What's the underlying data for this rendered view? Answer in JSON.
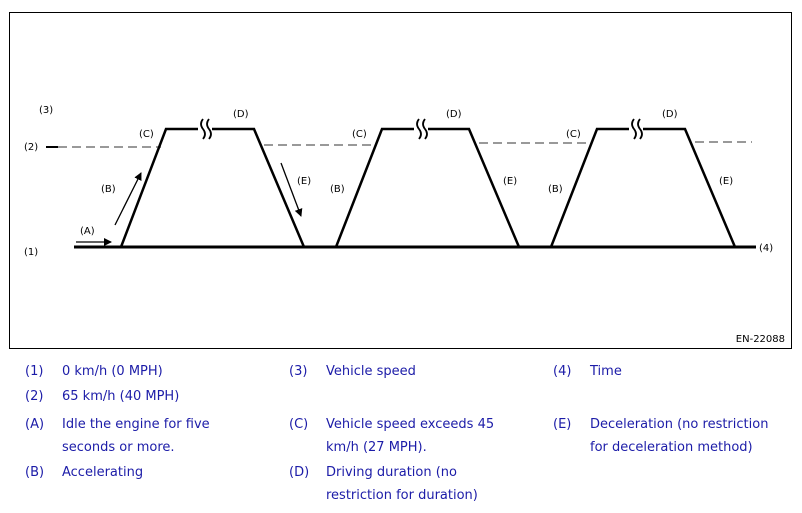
{
  "diagram": {
    "labels": {
      "y_speed": "(3)",
      "y_65": "(2)",
      "y_0": "(1)",
      "x_time": "(4)",
      "A": "(A)",
      "B": "(B)",
      "C": "(C)",
      "D": "(D)",
      "E": "(E)"
    },
    "ref_code": "EN-22088"
  },
  "legend": [
    {
      "key": "(1)",
      "text": "0 km/h (0 MPH)"
    },
    {
      "key": "(2)",
      "text": "65 km/h (40 MPH)"
    },
    {
      "key": "(3)",
      "text": "Vehicle speed"
    },
    {
      "key": "(4)",
      "text": "Time"
    },
    {
      "key": "(A)",
      "lines": [
        "Idle the engine for five",
        "seconds or more."
      ]
    },
    {
      "key": "(B)",
      "text": "Accelerating"
    },
    {
      "key": "(C)",
      "lines": [
        "Vehicle speed exceeds 45",
        "km/h (27 MPH)."
      ]
    },
    {
      "key": "(D)",
      "lines": [
        "Driving duration (no",
        "restriction for duration)"
      ]
    },
    {
      "key": "(E)",
      "lines": [
        "Deceleration (no restriction",
        "for deceleration method)"
      ]
    }
  ],
  "colors": {
    "legend_text": "#1c1ca8",
    "dashed_line": "#999999",
    "line": "#000000"
  }
}
